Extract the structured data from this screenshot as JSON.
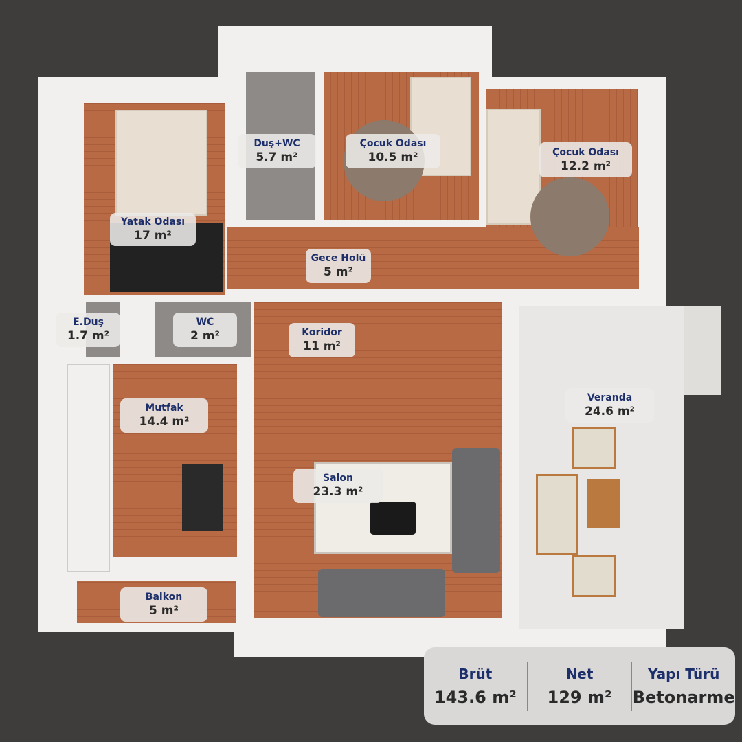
{
  "rooms": [
    {
      "name": "Yatak Odası",
      "area": "17 m²"
    },
    {
      "name": "Duş+WC",
      "area": "5.7 m²"
    },
    {
      "name": "Çocuk Odası",
      "area": "10.5 m²"
    },
    {
      "name": "Çocuk Odası",
      "area": "12.2 m²"
    },
    {
      "name": "Gece Holü",
      "area": "5 m²"
    },
    {
      "name": "E.Duş",
      "area": "1.7 m²"
    },
    {
      "name": "WC",
      "area": "2 m²"
    },
    {
      "name": "Koridor",
      "area": "11 m²"
    },
    {
      "name": "Mutfak",
      "area": "14.4 m²"
    },
    {
      "name": "Veranda",
      "area": "24.6 m²"
    },
    {
      "name": "Salon",
      "area": "23.3 m²"
    },
    {
      "name": "Balkon",
      "area": "5 m²"
    }
  ],
  "stats": [
    {
      "label": "Brüt",
      "value": "143.6 m²"
    },
    {
      "label": "Net",
      "value": "129 m²"
    },
    {
      "label": "Yapı Türü",
      "value": "Betonarme"
    }
  ]
}
